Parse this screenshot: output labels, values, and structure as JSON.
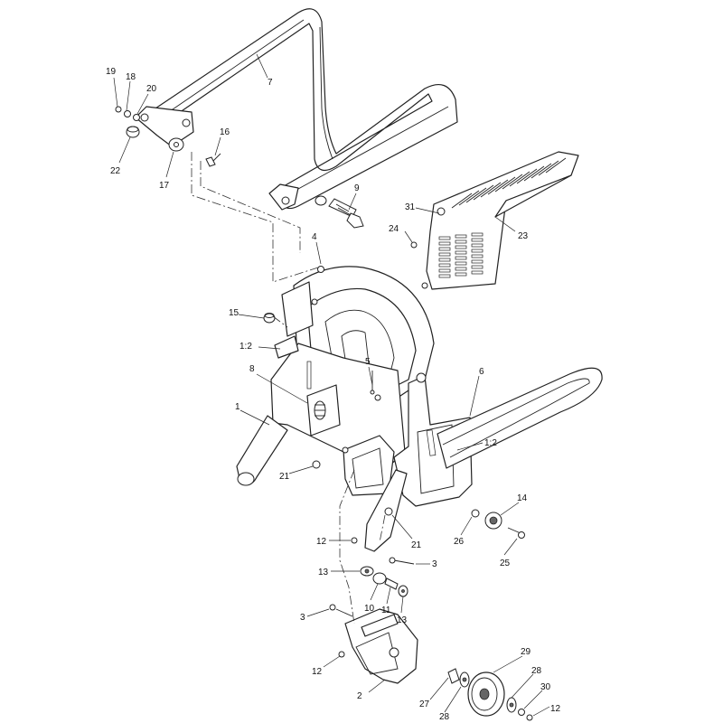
{
  "callouts": [
    {
      "id": "19",
      "text": "19"
    },
    {
      "id": "18",
      "text": "18"
    },
    {
      "id": "20",
      "text": "20"
    },
    {
      "id": "7",
      "text": "7"
    },
    {
      "id": "22",
      "text": "22"
    },
    {
      "id": "17",
      "text": "17"
    },
    {
      "id": "16",
      "text": "16"
    },
    {
      "id": "9",
      "text": "9"
    },
    {
      "id": "31",
      "text": "31"
    },
    {
      "id": "24",
      "text": "24"
    },
    {
      "id": "23",
      "text": "23"
    },
    {
      "id": "4",
      "text": "4"
    },
    {
      "id": "15",
      "text": "15"
    },
    {
      "id": "1-2-upper",
      "text": "1:2"
    },
    {
      "id": "8",
      "text": "8"
    },
    {
      "id": "5",
      "text": "5"
    },
    {
      "id": "6",
      "text": "6"
    },
    {
      "id": "1",
      "text": "1"
    },
    {
      "id": "1-2-lower",
      "text": "1:2"
    },
    {
      "id": "21-left",
      "text": "21"
    },
    {
      "id": "14",
      "text": "14"
    },
    {
      "id": "26",
      "text": "26"
    },
    {
      "id": "21-right",
      "text": "21"
    },
    {
      "id": "25",
      "text": "25"
    },
    {
      "id": "12-upper",
      "text": "12"
    },
    {
      "id": "3-upper",
      "text": "3"
    },
    {
      "id": "13-left",
      "text": "13"
    },
    {
      "id": "10",
      "text": "10"
    },
    {
      "id": "11",
      "text": "11"
    },
    {
      "id": "13-right",
      "text": "13"
    },
    {
      "id": "3-lower",
      "text": "3"
    },
    {
      "id": "29",
      "text": "29"
    },
    {
      "id": "12-lower-left",
      "text": "12"
    },
    {
      "id": "28-right",
      "text": "28"
    },
    {
      "id": "2",
      "text": "2"
    },
    {
      "id": "30",
      "text": "30"
    },
    {
      "id": "27",
      "text": "27"
    },
    {
      "id": "28-left",
      "text": "28"
    },
    {
      "id": "12-lower-right",
      "text": "12"
    }
  ]
}
